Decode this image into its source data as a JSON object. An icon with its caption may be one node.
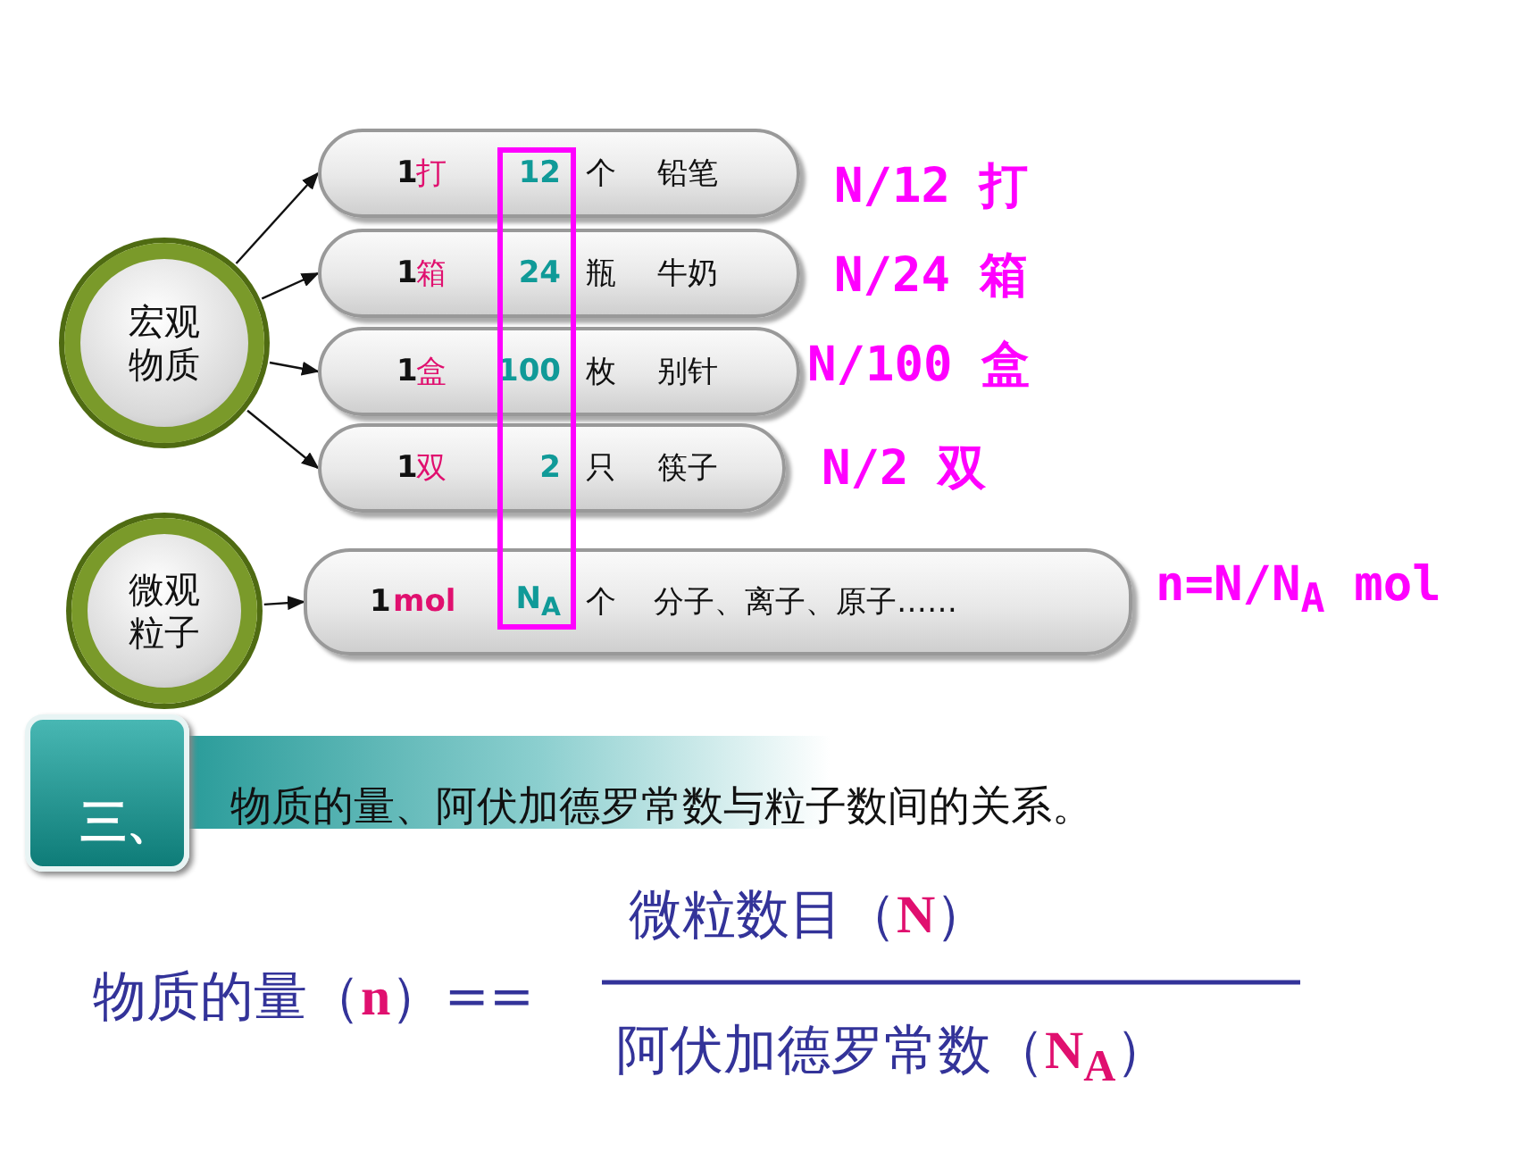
{
  "diagram": {
    "nodes": [
      {
        "text": [
          "宏观物质"
        ]
      },
      {
        "text": [
          "1",
          "打",
          "12",
          "个",
          "铅笔"
        ],
        "beside": [
          "N/12 打"
        ]
      },
      {
        "text": [
          "1",
          "箱",
          "24",
          "瓶",
          "牛奶"
        ],
        "beside": [
          "N/24 箱"
        ]
      },
      {
        "text": [
          "1",
          "盒",
          "100",
          "枚",
          "别针"
        ],
        "beside": [
          "N/100 盒"
        ]
      },
      {
        "text": [
          "1",
          "双",
          "2",
          "只",
          "筷子"
        ],
        "beside": [
          "N/2 双"
        ]
      },
      {
        "text": [
          "微观粒子"
        ]
      },
      {
        "text": [
          "1",
          "mol",
          "N$_{A}$",
          "个",
          "分子、离子、原子……"
        ],
        "beside": [
          "n=N/N$_{A}$ mol"
        ]
      },
      {
        "text": [
          "三、"
        ]
      },
      {
        "text": [
          "物质的量、阿伏加德罗常数与粒子数间的关系。"
        ]
      }
    ],
    "edges": [
      {
        "from": 0,
        "to": 1,
        "arrow": "to"
      },
      {
        "from": 0,
        "to": 2,
        "arrow": "to"
      },
      {
        "from": 0,
        "to": 3,
        "arrow": "to"
      },
      {
        "from": 0,
        "to": 4,
        "arrow": "to"
      },
      {
        "from": 5,
        "to": 6,
        "arrow": "to"
      }
    ],
    "labels": [
      "物质的量（",
      "n",
      "）==",
      "微粒数目（",
      "N",
      "）",
      "阿伏加德罗常数（",
      "N$_{A}$",
      "）"
    ]
  }
}
